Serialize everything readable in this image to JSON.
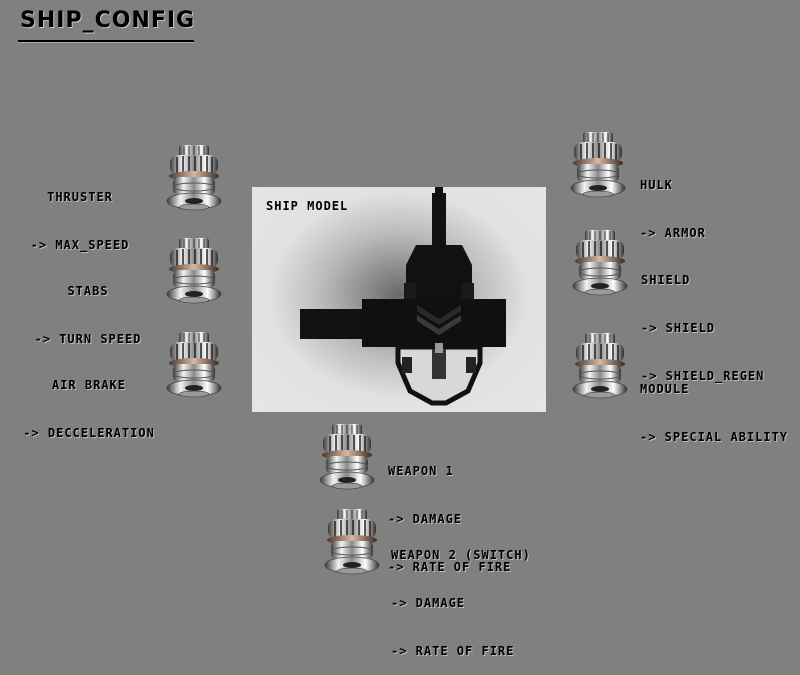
{
  "title": "SHIP_CONFIG",
  "preview": {
    "label": "SHIP MODEL"
  },
  "slots": {
    "thruster": {
      "name": "THRUSTER",
      "stats": [
        "-> MAX_SPEED"
      ]
    },
    "stabs": {
      "name": "STABS",
      "stats": [
        "-> TURN SPEED"
      ]
    },
    "airbrake": {
      "name": "AIR BRAKE",
      "stats": [
        "-> DECCELERATION"
      ]
    },
    "hulk": {
      "name": "HULK",
      "stats": [
        "-> ARMOR"
      ]
    },
    "shield": {
      "name": "SHIELD",
      "stats": [
        "-> SHIELD",
        "-> SHIELD_REGEN"
      ]
    },
    "module": {
      "name": "MODULE",
      "stats": [
        "-> SPECIAL ABILITY"
      ]
    },
    "weapon1": {
      "name": "WEAPON 1",
      "stats": [
        "-> DAMAGE",
        "-> RATE OF FIRE"
      ]
    },
    "weapon2": {
      "name": "WEAPON 2 (SWITCH)",
      "stats": [
        "-> DAMAGE",
        "-> RATE OF FIRE"
      ]
    }
  },
  "colors": {
    "background": "#808080",
    "preview_bg": "#e6e6e6",
    "text": "#000000"
  },
  "icons": {
    "slot": "engine-part-icon"
  }
}
